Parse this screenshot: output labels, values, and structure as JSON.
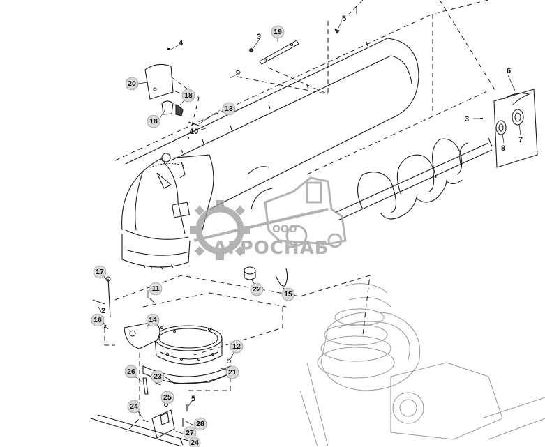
{
  "callouts": [
    {
      "label": "4",
      "style": "plain"
    },
    {
      "label": "5",
      "style": "plain"
    },
    {
      "label": "3",
      "style": "plain"
    },
    {
      "label": "19",
      "style": "bubble"
    },
    {
      "label": "9",
      "style": "plain"
    },
    {
      "label": "6",
      "style": "plain"
    },
    {
      "label": "20",
      "style": "bubble"
    },
    {
      "label": "18",
      "style": "bubble"
    },
    {
      "label": "18",
      "style": "bubble"
    },
    {
      "label": "13",
      "style": "bubble"
    },
    {
      "label": "10",
      "style": "plain"
    },
    {
      "label": "3",
      "style": "plain"
    },
    {
      "label": "8",
      "style": "plain"
    },
    {
      "label": "7",
      "style": "plain"
    },
    {
      "label": "17",
      "style": "bubble"
    },
    {
      "label": "11",
      "style": "bubble"
    },
    {
      "label": "2",
      "style": "plain"
    },
    {
      "label": "16",
      "style": "bubble"
    },
    {
      "label": "14",
      "style": "bubble"
    },
    {
      "label": "22",
      "style": "bubble"
    },
    {
      "label": "15",
      "style": "bubble"
    },
    {
      "label": "12",
      "style": "bubble"
    },
    {
      "label": "21",
      "style": "bubble"
    },
    {
      "label": "26",
      "style": "bubble"
    },
    {
      "label": "23",
      "style": "bubble"
    },
    {
      "label": "25",
      "style": "bubble"
    },
    {
      "label": "5",
      "style": "plain"
    },
    {
      "label": "24",
      "style": "bubble"
    },
    {
      "label": "28",
      "style": "bubble"
    },
    {
      "label": "27",
      "style": "bubble"
    },
    {
      "label": "24",
      "style": "bubble"
    }
  ],
  "watermark": {
    "small_text": "ООО",
    "brand_text": "АГРОСНАБ"
  },
  "colors": {
    "line": "#1a1a1a",
    "bubble_fill": "#d9d9d9",
    "watermark": "#9a9a9a",
    "background": "#ffffff"
  }
}
